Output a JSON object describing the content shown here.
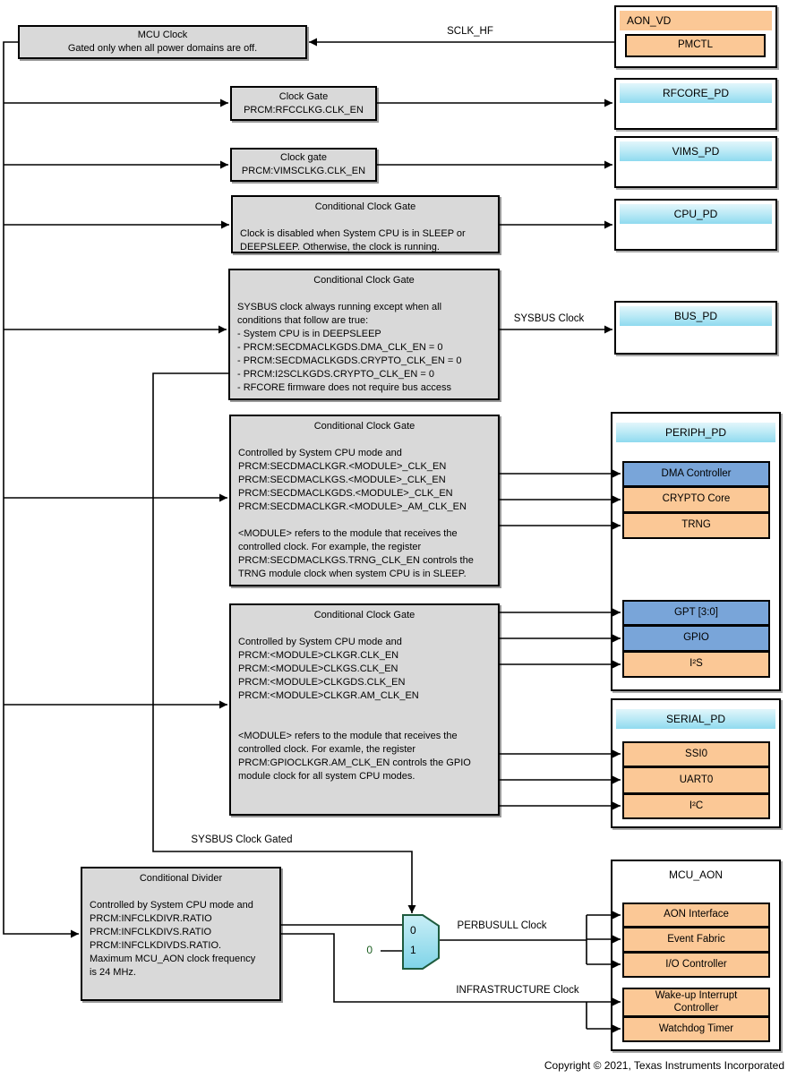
{
  "colors": {
    "gate_grey": "#D9D9D9",
    "module_blue": "#79A5D9",
    "module_orange": "#FBC896",
    "pd_header_cyan": "#8FDAEF",
    "mux_fill_top": "#C9EEF6",
    "mux_fill_bottom": "#7FD4E8",
    "mux_border": "#1E5B3E",
    "const_green": "#1B5E20"
  },
  "gates": {
    "mcu_clock": {
      "title": "MCU Clock",
      "body": "Gated only when all power domains are off."
    },
    "rfc_gate": {
      "title": "Clock Gate",
      "body": "PRCM:RFCCLKG.CLK_EN"
    },
    "vims_gate": {
      "title": "Clock gate",
      "body": "PRCM:VIMSCLKG.CLK_EN"
    },
    "cpu_gate": {
      "title": "Conditional Clock Gate",
      "body": "Clock is disabled when System CPU is in SLEEP or\nDEEPSLEEP. Otherwise, the clock is running."
    },
    "sysbus_gate": {
      "title": "Conditional Clock Gate",
      "body": "SYSBUS clock always running except when all\nconditions that follow are true:\n- System CPU is in DEEPSLEEP\n- PRCM:SECDMACLKGDS.DMA_CLK_EN = 0\n- PRCM:SECDMACLKGDS.CRYPTO_CLK_EN = 0\n- PRCM:I2SCLKGDS.CRYPTO_CLK_EN = 0\n- RFCORE firmware does not require bus access"
    },
    "sec_gate": {
      "title": "Conditional Clock Gate",
      "body": "Controlled by System CPU mode and\nPRCM:SECDMACLKGR.<MODULE>_CLK_EN\nPRCM:SECDMACLKGS.<MODULE>_CLK_EN\nPRCM:SECDMACLKGDS.<MODULE>_CLK_EN\nPRCM:SECDMACLKGR.<MODULE>_AM_CLK_EN\n\n<MODULE> refers to the module that receives the\ncontrolled clock. For example, the register\nPRCM:SECDMACLKGS.TRNG_CLK_EN controls the\nTRNG module clock when system CPU is in SLEEP."
    },
    "mod_gate": {
      "title": "Conditional Clock Gate",
      "body": "Controlled by System CPU mode and\nPRCM:<MODULE>CLKGR.CLK_EN\nPRCM:<MODULE>CLKGS.CLK_EN\nPRCM:<MODULE>CLKGDS.CLK_EN\nPRCM:<MODULE>CLKGR.AM_CLK_EN\n\n\n<MODULE> refers to the module that receives the\ncontrolled clock. For examle, the register\nPRCM:GPIOCLKGR.AM_CLK_EN controls the GPIO\nmodule clock for all system CPU modes."
    },
    "divider": {
      "title": "Conditional Divider",
      "body": "Controlled by System CPU mode and\nPRCM:INFCLKDIVR.RATIO\nPRCM:INFCLKDIVS.RATIO\nPRCM:INFCLKDIVDS.RATIO.\nMaximum MCU_AON clock frequency\nis 24 MHz."
    }
  },
  "signals": {
    "sclk_hf": "SCLK_HF",
    "sysbus_clock": "SYSBUS Clock",
    "sysbus_clock_gated": "SYSBUS Clock Gated",
    "perbusull_clock": "PERBUSULL Clock",
    "infrastructure_clock": "INFRASTRUCTURE Clock"
  },
  "mux": {
    "input0": "0",
    "input1": "1",
    "constant": "0"
  },
  "domains": {
    "aon_vd": {
      "title": "AON_VD",
      "modules": {
        "pmctl": "PMCTL"
      }
    },
    "rfcore_pd": {
      "title": "RFCORE_PD"
    },
    "vims_pd": {
      "title": "VIMS_PD"
    },
    "cpu_pd": {
      "title": "CPU_PD"
    },
    "bus_pd": {
      "title": "BUS_PD"
    },
    "periph_pd": {
      "title": "PERIPH_PD",
      "modules": {
        "dma": "DMA Controller",
        "crypto": "CRYPTO Core",
        "trng": "TRNG",
        "gpt": "GPT [3:0]",
        "gpio": "GPIO",
        "i2s": "I²S"
      }
    },
    "serial_pd": {
      "title": "SERIAL_PD",
      "modules": {
        "ssi0": "SSI0",
        "uart0": "UART0",
        "i2c": "I²C"
      }
    },
    "mcu_aon": {
      "title": "MCU_AON",
      "modules": {
        "aon_if": "AON Interface",
        "event_fabric": "Event Fabric",
        "io_ctrl": "I/O Controller",
        "wuic": "Wake-up Interrupt Controller",
        "wdt": "Watchdog Timer"
      }
    }
  },
  "footer": {
    "copyright": "Copyright © 2021, Texas Instruments Incorporated"
  }
}
